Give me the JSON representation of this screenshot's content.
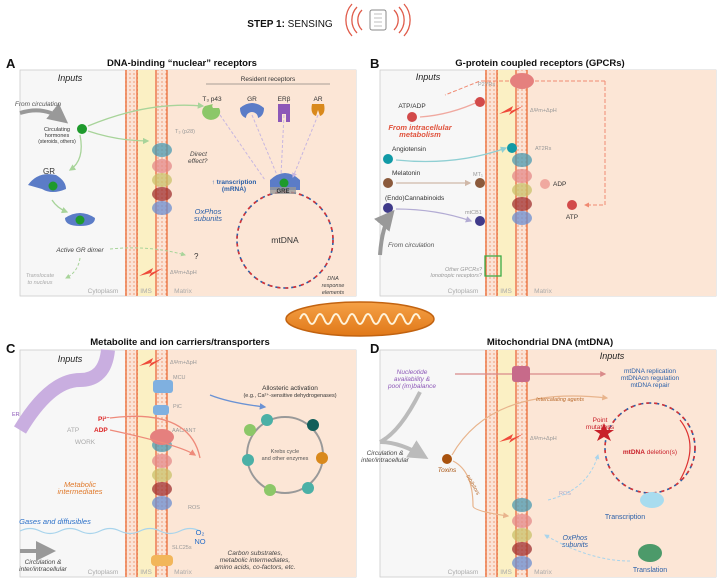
{
  "header": {
    "title_bold": "STEP 1:",
    "title_rest": " SENSING",
    "icon": "sensor-chip-icon"
  },
  "compartments": {
    "cytoplasm": "Cytoplasm",
    "ims": "IMS",
    "matrix": "Matrix"
  },
  "membrane_potential": "ΔΨm+ΔpH",
  "panel_a": {
    "letter": "A",
    "title": "DNA-binding “nuclear” receptors",
    "inputs": "Inputs",
    "resident_receptors": "Resident receptors",
    "receptors": [
      "T₃ p43",
      "GR",
      "ERβ",
      "AR"
    ],
    "from_circulation": "From circulation",
    "circulating_hormones": [
      "Circulating",
      "hormones",
      "(steroids, others)"
    ],
    "t3_p28": "T₃ (p28)",
    "direct_effect": [
      "Direct",
      "effect?"
    ],
    "gr": "GR",
    "transcription": [
      "↑ transcription",
      "(mRNA)"
    ],
    "gre": "GRE",
    "oxphos": [
      "OxPhos",
      "subunits"
    ],
    "mtdna": "mtDNA",
    "active_gr_dimer": "Active GR dimer",
    "question": "?",
    "translocate": [
      "Translocate",
      "to nucleus"
    ],
    "dna_response": [
      "DNA",
      "response",
      "elements"
    ]
  },
  "panel_b": {
    "letter": "B",
    "title": "G-protein coupled receptors (GPCRs)",
    "inputs": "Inputs",
    "atp_adp": "ATP/ADP",
    "from_intracellular": [
      "From intracellular",
      "metabolism"
    ],
    "p2yrs": "P2YRs",
    "angiotensin": "Angiotensin",
    "at2rs": "AT2Rs",
    "melatonin": "Melatonin",
    "mt1": "MT₁",
    "cannabinoids": "(Endo)Cannabinoids",
    "mtcb1": "mtCB1",
    "adp": "ADP",
    "atp": "ATP",
    "from_circulation": "From circulation",
    "other": [
      "Other GPCRs?",
      "Ionotropic receptors?"
    ],
    "colors": {
      "atp": "#d24a4a",
      "angiotensin": "#119aa6",
      "melatonin": "#8b5a3c",
      "cannabinoid": "#3f3a8a",
      "other": "#3bab45"
    }
  },
  "panel_c": {
    "letter": "C",
    "title": "Metabolite and ion carriers/transporters",
    "inputs": "Inputs",
    "er": "ER",
    "mcu": "MCU",
    "pic": "PiC",
    "aac": "AAC/ANT",
    "slc25": "SLC25s",
    "allosteric": [
      "Allosteric activation",
      "(e.g., Ca²⁺-sensitive dehydrogenases)"
    ],
    "pi": "Pi²⁻",
    "atp": "ATP",
    "adp": "ADP",
    "work": "WORK",
    "krebs": [
      "Krebs cycle",
      "and other enzymes"
    ],
    "metabolic": [
      "Metabolic",
      "intermediates"
    ],
    "ros": "ROS",
    "gases": "Gases and diffusibles",
    "o2": "O₂",
    "no": "NO",
    "carbon": [
      "Carbon substrates,",
      "metabolic intermediates,",
      "amino acids, co-factors, etc."
    ],
    "circulation": [
      "Circulation &",
      "inter/intracellular"
    ]
  },
  "panel_d": {
    "letter": "D",
    "title": "Mitochondrial DNA (mtDNA)",
    "inputs": "Inputs",
    "nucleotide": [
      "Nucleotide",
      "availability &",
      "pool (im)balance"
    ],
    "mtdna_outputs": [
      "mtDNA replication",
      "mtDNAcn regulation",
      "mtDNA repair"
    ],
    "intercalating": "Intercalating agents",
    "point_mutations": [
      "Point",
      "mutations"
    ],
    "deletion_bold": "mtDNA",
    "deletion_rest": " deletion(s)",
    "circulation": [
      "Circulation &",
      "inter/intracellular"
    ],
    "toxins": "Toxins",
    "inhibitors": "Inhibitors",
    "ros": "ROS",
    "transcription": "Transcription",
    "oxphos": [
      "OxPhos",
      "subunits"
    ],
    "translation": "Translation"
  }
}
